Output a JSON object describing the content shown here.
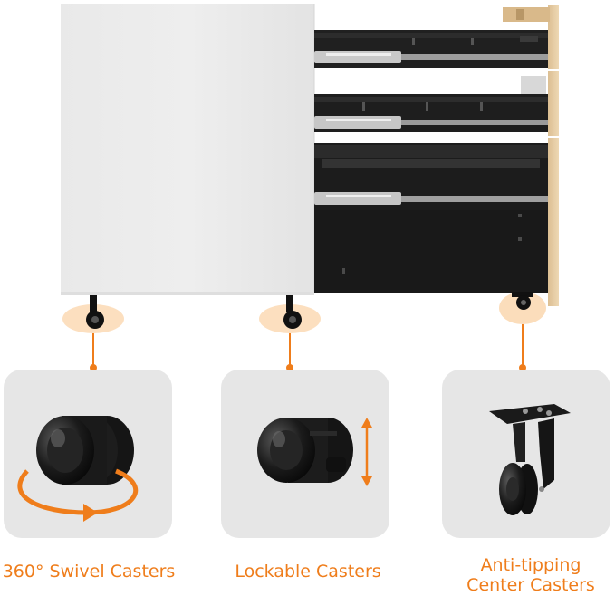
{
  "captions": {
    "swivel": "360° Swivel Casters",
    "lockable": "Lockable Casters",
    "center_line1": "Anti-tipping",
    "center_line2": "Center Casters"
  },
  "colors": {
    "accent": "#ef7d1b",
    "panel": "#e6e6e6",
    "cabinet_body": "#ebebeb",
    "drawer": "#1f1f1f",
    "wood_front": "#e9cfa6"
  },
  "icons": {
    "rotation_arrow": "swivel-arrow-icon",
    "vertical_arrow": "up-down-arrow-icon"
  }
}
